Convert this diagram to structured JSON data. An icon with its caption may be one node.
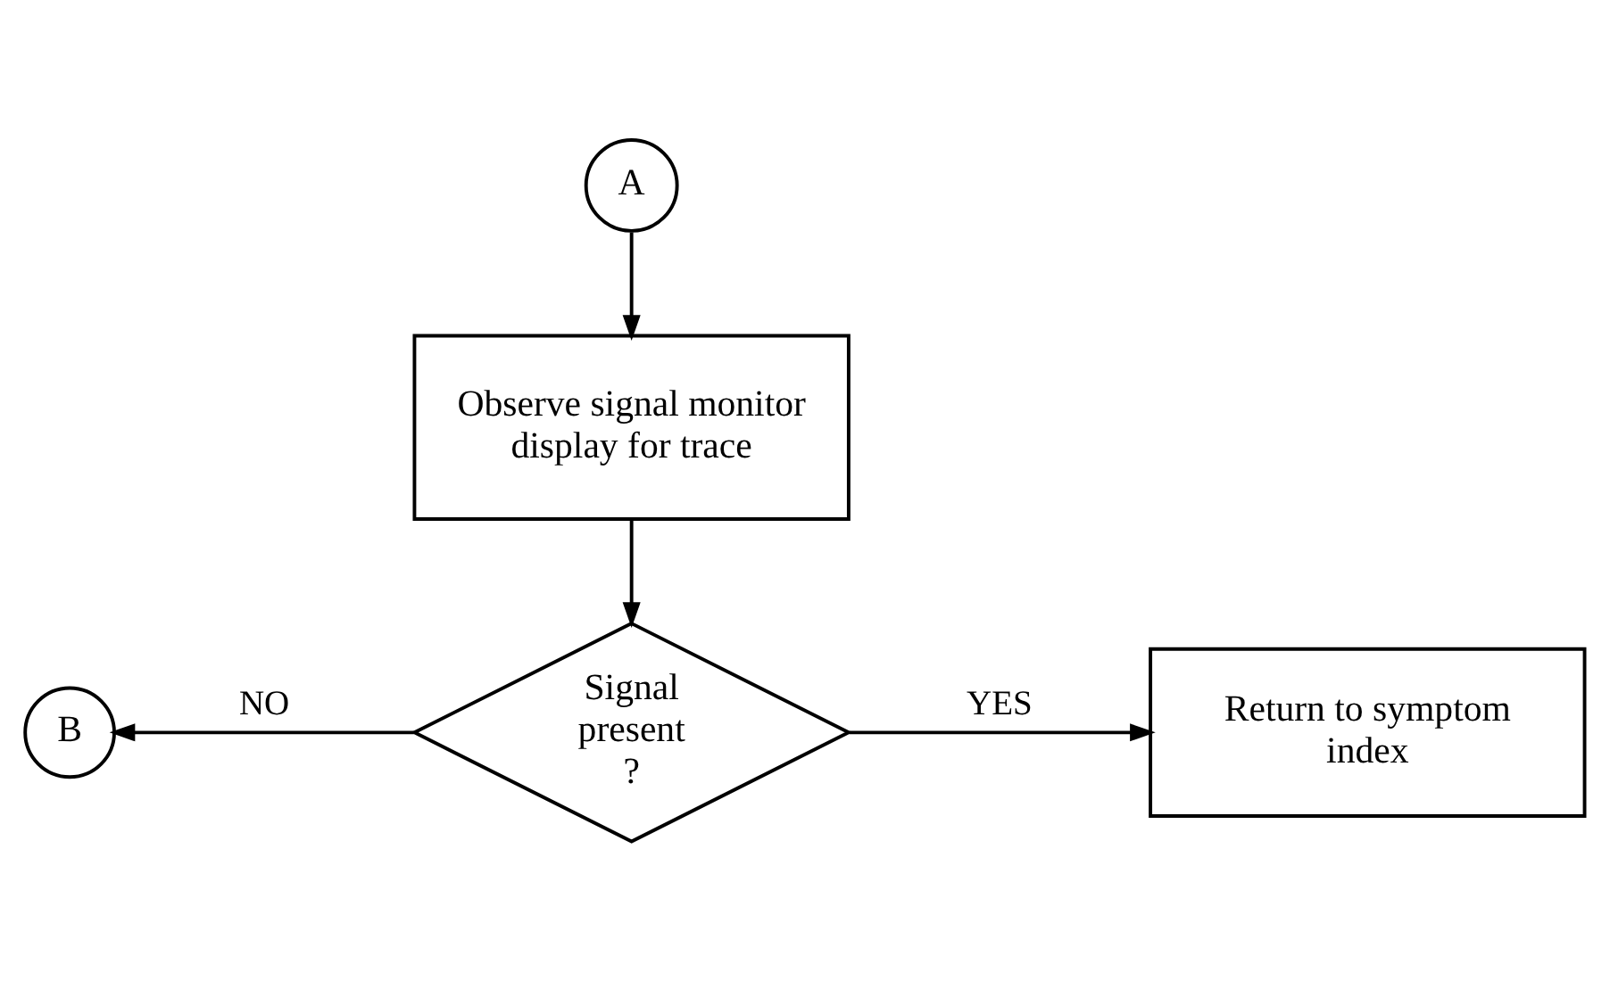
{
  "diagram": {
    "nodes": [
      {
        "text": [
          "A"
        ]
      },
      {
        "text": [
          "Observe signal monitor display for trace"
        ]
      },
      {
        "text": [
          "Signal present ?"
        ]
      },
      {
        "text": [
          "B"
        ]
      },
      {
        "text": [
          "Return to symptom index"
        ]
      }
    ],
    "edges": [
      {
        "from": 0,
        "to": 1,
        "arrow": "to"
      },
      {
        "from": 1,
        "to": 2,
        "arrow": "to"
      },
      {
        "from": 2,
        "to": 3,
        "arrow": "to",
        "label": "NO"
      },
      {
        "from": 2,
        "to": 4,
        "arrow": "to",
        "label": "YES"
      }
    ]
  }
}
